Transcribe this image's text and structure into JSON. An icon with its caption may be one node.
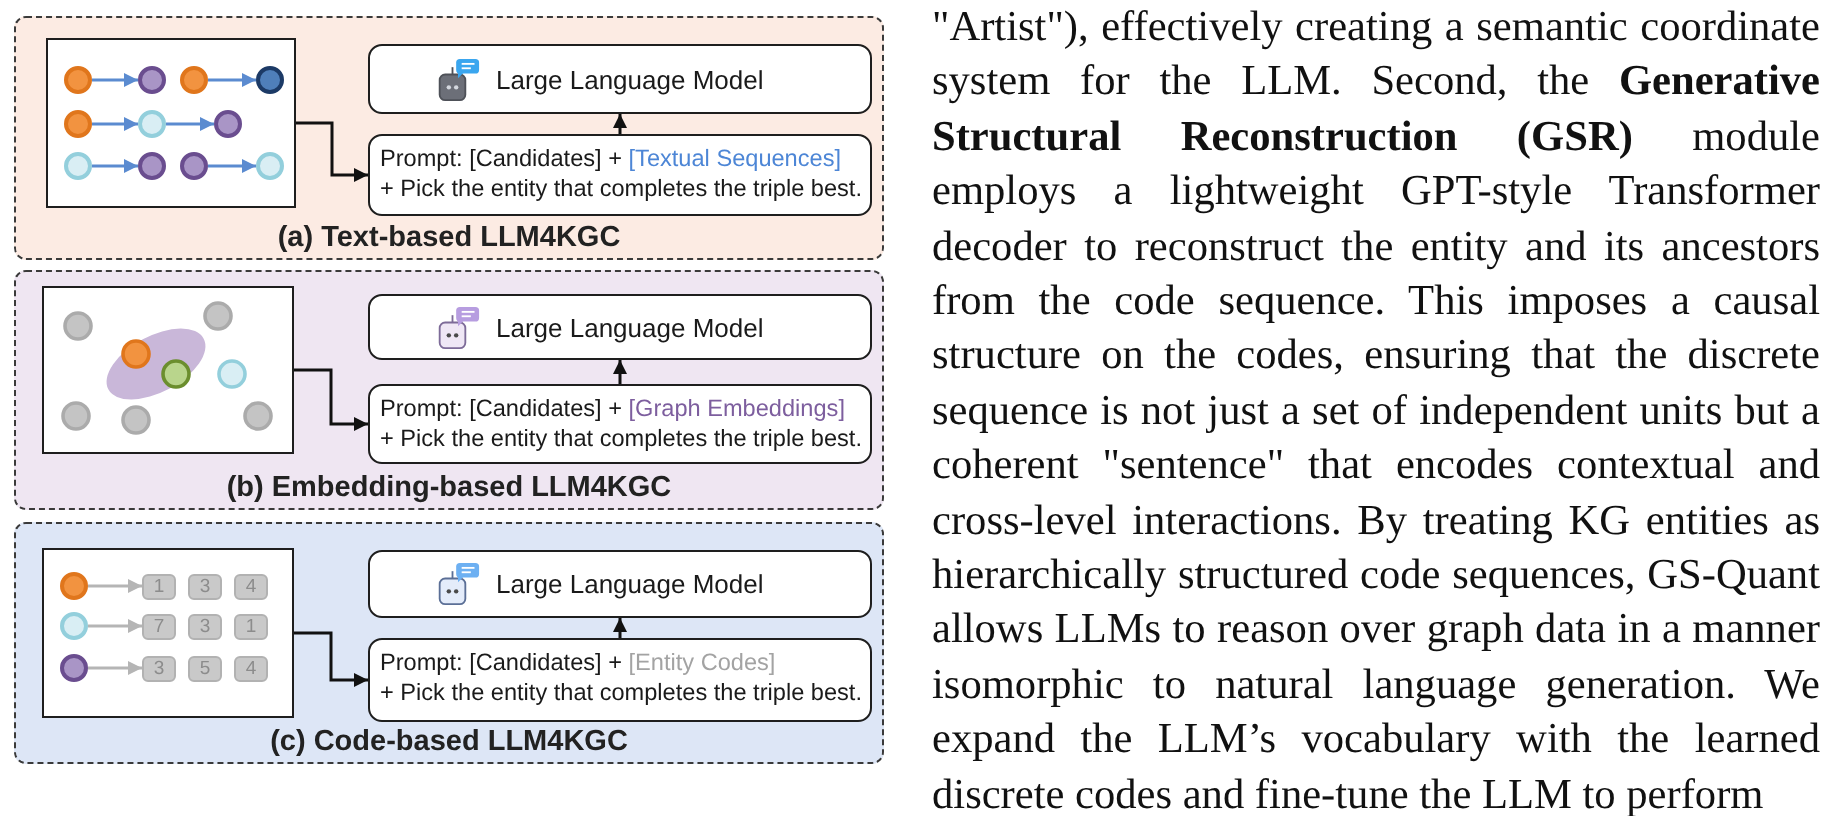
{
  "diagram": {
    "nodes": [
      {
        "text": [
          "(a) Text-based LLM4KGC"
        ]
      },
      {
        "text": [],
        "shape": "box",
        "in": 0
      },
      {
        "text": [],
        "shape": "circle",
        "in": 1
      },
      {
        "text": [],
        "shape": "circle",
        "in": 1
      },
      {
        "text": [],
        "shape": "circle",
        "in": 1
      },
      {
        "text": [],
        "shape": "circle",
        "in": 1
      },
      {
        "text": [],
        "shape": "circle",
        "in": 1
      },
      {
        "text": [],
        "shape": "circle",
        "in": 1
      },
      {
        "text": [],
        "shape": "circle",
        "in": 1
      },
      {
        "text": [],
        "shape": "circle",
        "in": 1
      },
      {
        "text": [],
        "shape": "circle",
        "in": 1
      },
      {
        "text": [],
        "shape": "circle",
        "in": 1
      },
      {
        "text": [],
        "shape": "circle",
        "in": 1
      },
      {
        "text": [
          "Large Language Model"
        ],
        "in": 0
      },
      {
        "text": [
          "Prompt: [Candidates] +",
          "[Textual Sequences]",
          "+ Pick the entity that completes the triple best."
        ],
        "in": 0
      },
      {
        "text": [
          "(b) Embedding-based LLM4KGC"
        ]
      },
      {
        "text": [],
        "shape": "picture",
        "in": 15
      },
      {
        "text": [
          "Large Language Model"
        ],
        "in": 15
      },
      {
        "text": [
          "Prompt: [Candidates] +",
          "[Graph Embeddings]",
          "+ Pick the entity that completes the triple best."
        ],
        "in": 15
      },
      {
        "text": [
          "(c) Code-based LLM4KGC"
        ]
      },
      {
        "text": [],
        "shape": "box",
        "in": 19
      },
      {
        "text": [],
        "shape": "circle",
        "in": 20
      },
      {
        "text": [
          "1"
        ],
        "in": 20
      },
      {
        "text": [
          "3"
        ],
        "in": 20
      },
      {
        "text": [
          "4"
        ],
        "in": 20
      },
      {
        "text": [],
        "shape": "circle",
        "in": 20
      },
      {
        "text": [
          "7"
        ],
        "in": 20
      },
      {
        "text": [
          "3"
        ],
        "in": 20
      },
      {
        "text": [
          "1"
        ],
        "in": 20
      },
      {
        "text": [],
        "shape": "circle",
        "in": 20
      },
      {
        "text": [
          "3"
        ],
        "in": 20
      },
      {
        "text": [
          "5"
        ],
        "in": 20
      },
      {
        "text": [
          "4"
        ],
        "in": 20
      },
      {
        "text": [
          "Large Language Model"
        ],
        "in": 19
      },
      {
        "text": [
          "Prompt: [Candidates] +",
          "[Entity Codes]",
          "+ Pick the entity that completes the triple best."
        ],
        "in": 19
      }
    ],
    "edges": [
      {
        "from": 2,
        "to": 3,
        "arrow": "to",
        "color": "#5b8bd0"
      },
      {
        "from": 4,
        "to": 5,
        "arrow": "to",
        "color": "#5b8bd0"
      },
      {
        "from": 6,
        "to": 7,
        "arrow": "to",
        "color": "#5b8bd0"
      },
      {
        "from": 7,
        "to": 8,
        "arrow": "to",
        "color": "#5b8bd0"
      },
      {
        "from": 9,
        "to": 10,
        "arrow": "to",
        "color": "#5b8bd0"
      },
      {
        "from": 11,
        "to": 12,
        "arrow": "to",
        "color": "#5b8bd0"
      },
      {
        "from": 1,
        "to": 14,
        "arrow": "to",
        "color": "#111111"
      },
      {
        "from": 14,
        "to": 13,
        "arrow": "to",
        "color": "#111111"
      },
      {
        "from": 16,
        "to": 18,
        "arrow": "to",
        "color": "#111111"
      },
      {
        "from": 18,
        "to": 17,
        "arrow": "to",
        "color": "#111111"
      },
      {
        "from": 21,
        "to": 22,
        "arrow": "to",
        "color": "#b5b5b5"
      },
      {
        "from": 25,
        "to": 26,
        "arrow": "to",
        "color": "#b5b5b5"
      },
      {
        "from": 29,
        "to": 30,
        "arrow": "to",
        "color": "#b5b5b5"
      },
      {
        "from": 20,
        "to": 34,
        "arrow": "to",
        "color": "#111111"
      },
      {
        "from": 34,
        "to": 33,
        "arrow": "to",
        "color": "#111111"
      }
    ],
    "labels": [
      "\"Artist\"), effectively creating a semantic coordinate system for the LLM. Second, the **Generative Structural Reconstruction (GSR)** module employs a lightweight GPT-style Transformer decoder to reconstruct the entity and its ancestors from the code sequence. This imposes a causal structure on the codes, ensuring that the discrete sequence is not just a set of independent units but a coherent \"sentence\" that encodes contextual and cross-level interactions. By treating KG entities as hierarchically structured code sequences, GS-Quant allows LLMs to reason over graph data in a manner isomorphic to natural language generation. We expand the LLM’s vocabulary with the learned discrete codes and fine-tune the LLM to perform"
    ]
  }
}
